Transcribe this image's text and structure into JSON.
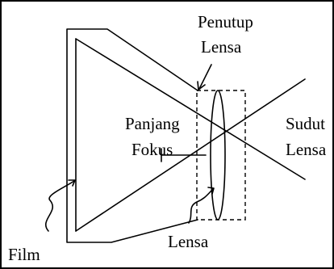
{
  "labels": {
    "penutup_line1": "Penutup",
    "penutup_line2": "Lensa",
    "panjang_line1": "Panjang",
    "panjang_line2": "Fokus",
    "sudut_line1": "Sudut",
    "sudut_line2": "Lensa",
    "lensa": "Lensa",
    "film": "Film"
  }
}
